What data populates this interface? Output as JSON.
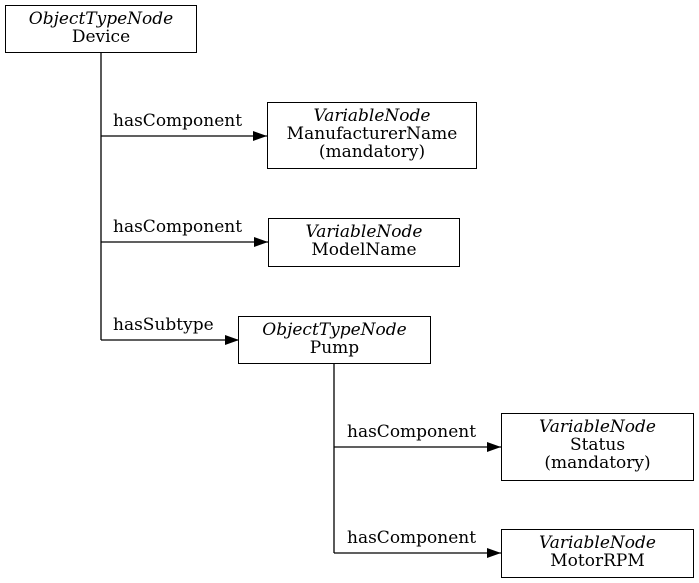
{
  "nodes": {
    "device": {
      "type": "ObjectTypeNode",
      "name": "Device"
    },
    "manufacturer_name": {
      "type": "VariableNode",
      "name": "ManufacturerName",
      "note": "(mandatory)"
    },
    "model_name": {
      "type": "VariableNode",
      "name": "ModelName"
    },
    "pump": {
      "type": "ObjectTypeNode",
      "name": "Pump"
    },
    "status": {
      "type": "VariableNode",
      "name": "Status",
      "note": "(mandatory)"
    },
    "motor_rpm": {
      "type": "VariableNode",
      "name": "MotorRPM"
    }
  },
  "edges": {
    "device_manufacturer": "hasComponent",
    "device_model": "hasComponent",
    "device_pump": "hasSubtype",
    "pump_status": "hasComponent",
    "pump_motor": "hasComponent"
  },
  "colors": {
    "stroke": "#000000",
    "background": "#ffffff"
  }
}
